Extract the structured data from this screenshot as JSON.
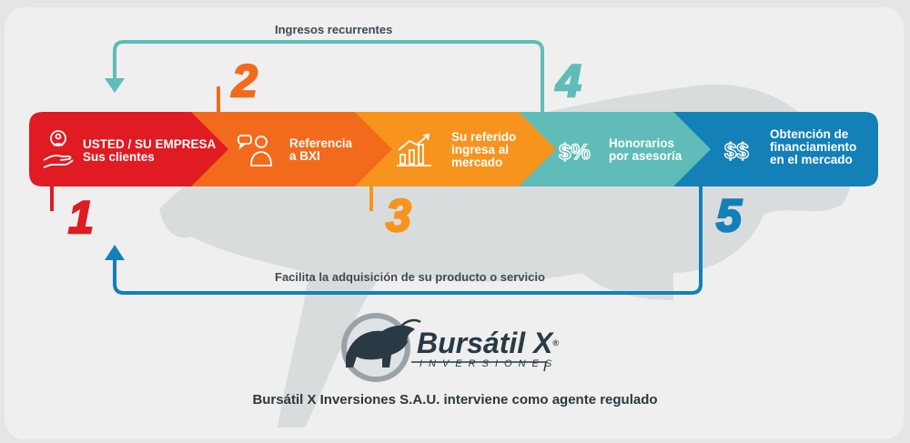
{
  "diagram": {
    "top_flow_label": "Ingresos recurrentes",
    "bottom_flow_label": "Facilita la adquisición de su producto o servicio",
    "steps": [
      {
        "number": "1",
        "line1": "USTED / SU EMPRESA",
        "line2": "Sus clientes",
        "line3": "",
        "color": "#e01b22",
        "icon": "person-hand-icon"
      },
      {
        "number": "2",
        "line1": "Referencia",
        "line2": "a BXI",
        "line3": "",
        "color": "#f26b1d",
        "icon": "referral-chat-icon"
      },
      {
        "number": "3",
        "line1": "Su referido",
        "line2": "ingresa al",
        "line3": "mercado",
        "color": "#f7941d",
        "icon": "growth-chart-icon"
      },
      {
        "number": "4",
        "line1": "Honorarios",
        "line2": "por asesoría",
        "line3": "",
        "color": "#5fbcb8",
        "icon": "dollar-percent-icon"
      },
      {
        "number": "5",
        "line1": "Obtención de",
        "line2": "financiamiento",
        "line3": "en el mercado",
        "color": "#1380b8",
        "icon": "dollar-dollar-icon"
      }
    ]
  },
  "brand": {
    "name": "Bursátil X",
    "registered": "®",
    "tagline": "INVERSIONES",
    "icon": "bull-logo-icon"
  },
  "footer": {
    "text": "Bursátil X Inversiones S.A.U. interviene como agente regulado"
  }
}
